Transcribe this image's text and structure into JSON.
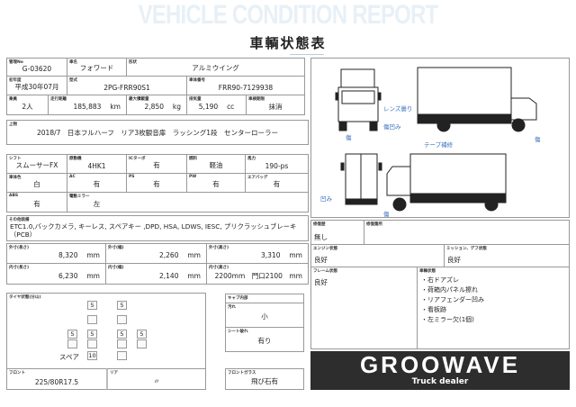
{
  "header": {
    "watermark": "VEHICLE CONDITION REPORT",
    "title": "車輌状態表"
  },
  "basic": {
    "kanri_no": {
      "label": "管理No",
      "value": "G-03620"
    },
    "name": {
      "label": "車名",
      "value": "フォワード"
    },
    "shape": {
      "label": "形状",
      "value": "アルミウイング"
    },
    "first_year": {
      "label": "初年度",
      "value": "平成30年07月"
    },
    "model": {
      "label": "型式",
      "value": "2PG-FRR90S1"
    },
    "chassis": {
      "label": "車体番号",
      "value": "FRR90-7129938"
    },
    "crew": {
      "label": "乗員",
      "value": "2人"
    },
    "mileage": {
      "label": "走行距離",
      "value": "185,883",
      "unit": "km"
    },
    "max_load": {
      "label": "最大積載量",
      "value": "2,850",
      "unit": "kg"
    },
    "displacement": {
      "label": "排気量",
      "value": "5,190",
      "unit": "cc"
    },
    "inspection": {
      "label": "車検期限",
      "value": "抹消"
    },
    "body": {
      "label": "上物",
      "value": "2018/7　日本フルハーフ　リア3枚観音扉　ラッシング1段　センターローラー"
    }
  },
  "specs": {
    "shift": {
      "label": "シフト",
      "value": "スムーサーFX"
    },
    "engine": {
      "label": "原動機",
      "value": "4HK1"
    },
    "ic_turbo": {
      "label": "ICターボ",
      "value": "有"
    },
    "fuel": {
      "label": "燃料",
      "value": "軽油"
    },
    "power": {
      "label": "馬力",
      "value": "190-ps"
    },
    "color": {
      "label": "車体色",
      "value": "白"
    },
    "ac": {
      "label": "AC",
      "value": "有"
    },
    "ps": {
      "label": "PS",
      "value": "有"
    },
    "pw": {
      "label": "PW",
      "value": "有"
    },
    "airbag": {
      "label": "エアバッグ",
      "value": "有"
    },
    "abs": {
      "label": "ABS",
      "value": "有"
    },
    "mirror": {
      "label": "電動ミラー",
      "value": "左"
    },
    "other": {
      "label": "その他装備",
      "value": "ETC1.0,バックカメラ, キーレス, スペアキー ,DPD, HSA, LDWS, IESC, プリクラッシュブレーキ（PCB）"
    }
  },
  "dims": {
    "out_len": {
      "label": "外寸(長さ)",
      "value": "8,320",
      "unit": "mm"
    },
    "out_wid": {
      "label": "外寸(幅)",
      "value": "2,260",
      "unit": "mm"
    },
    "out_hgt": {
      "label": "外寸(高さ)",
      "value": "3,310",
      "unit": "mm"
    },
    "in_len": {
      "label": "内寸(長さ)",
      "value": "6,230",
      "unit": "mm"
    },
    "in_wid": {
      "label": "内寸(幅)",
      "value": "2,140",
      "unit": "mm"
    },
    "in_hgt": {
      "label": "内寸(高さ)",
      "value": "2200mm　門口2100　mm"
    }
  },
  "tires": {
    "label": "タイヤ状態(分山)",
    "front_l": "5",
    "front_r": "5",
    "rear_ol": "5",
    "rear_il": "5",
    "rear_ir": "5",
    "rear_or": "5",
    "spare_label": "スペア",
    "spare": "10",
    "front": {
      "label": "フロント",
      "value": "225/80R17.5"
    },
    "rear": {
      "label": "リア",
      "value": "〃"
    }
  },
  "cab": {
    "label": "キャブ内部",
    "dirt": {
      "label": "汚れ",
      "value": "小"
    },
    "seat": {
      "label": "シート破れ",
      "value": "有り"
    },
    "glass": {
      "label": "フロントガラス",
      "value": "飛び石有"
    }
  },
  "diagram_notes": {
    "lens": "レンズ曇り",
    "scratch_dent": "傷凹み",
    "scratch1": "傷",
    "scratch2": "傷",
    "tape": "テープ補修",
    "dent": "凹み",
    "scratch3": "傷"
  },
  "condition": {
    "repair_history": {
      "label": "修復歴",
      "value": "無し"
    },
    "repair_parts": {
      "label": "修復箇所",
      "value": ""
    },
    "engine": {
      "label": "エンジン状態",
      "value": "良好"
    },
    "mission": {
      "label": "ミッション、デフ状態",
      "value": "良好"
    },
    "frame": {
      "label": "フレーム状態",
      "value": "良好"
    },
    "vehicle": {
      "label": "車輌状態",
      "items": [
        "・右ドアズレ",
        "・荷箱内パネル擦れ",
        "・リアフェンダー凹み",
        "・看板跡",
        "・左ミラー欠(1個)"
      ]
    }
  },
  "brand": {
    "name": "GROOWAVE",
    "tagline": "Truck dealer"
  }
}
